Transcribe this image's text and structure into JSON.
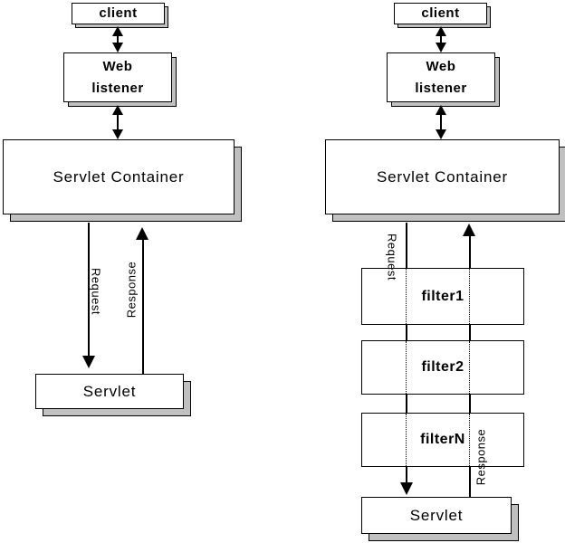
{
  "left": {
    "client": "client",
    "listener": "Web\nlistener",
    "container": "Servlet Container",
    "servlet": "Servlet",
    "request_label": "Request",
    "response_label": "Response"
  },
  "right": {
    "client": "client",
    "listener": "Web\nlistener",
    "container": "Servlet Container",
    "filters": [
      {
        "label": "filter1"
      },
      {
        "label": "filter2"
      },
      {
        "label": "filterN"
      }
    ],
    "servlet": "Servlet",
    "request_label": "Request",
    "response_label": "Response"
  },
  "colors": {
    "box_fill": "#ffffff",
    "box_border": "#000000",
    "shadow": "#c0c0c0",
    "line": "#000000",
    "text": "#000000"
  }
}
